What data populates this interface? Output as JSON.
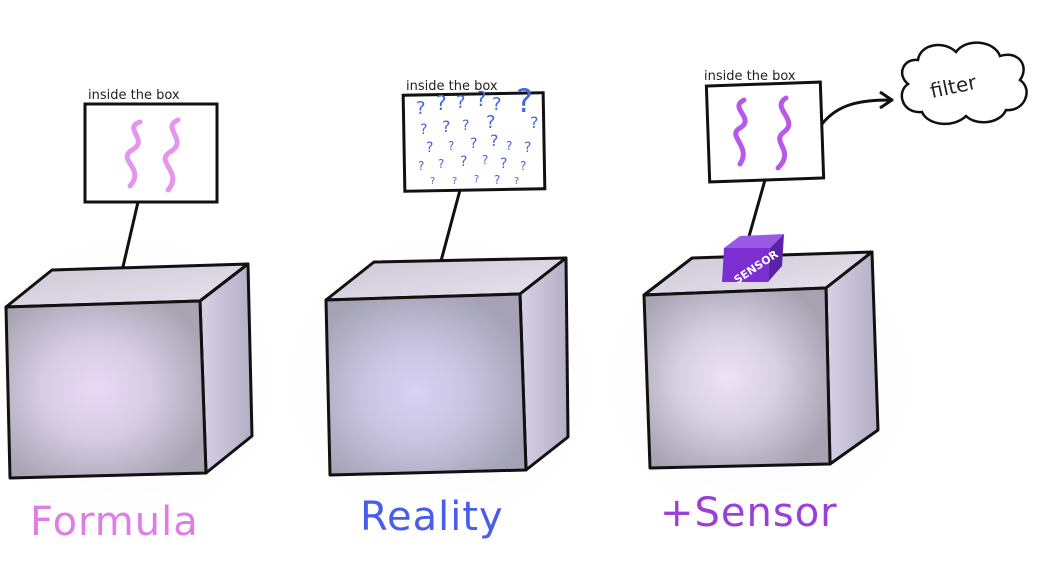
{
  "panels": [
    {
      "caption": "inside the box",
      "label": "Formula",
      "label_color": "#e07ce6",
      "content": "squiggles-pink"
    },
    {
      "caption": "inside the box",
      "label": "Reality",
      "label_color": "#4a5de8",
      "content": "question-marks",
      "question_mark": "?"
    },
    {
      "caption": "inside the box",
      "label": "+Sensor",
      "label_color": "#9b3fd8",
      "content": "squiggles-purple",
      "sensor_text": "SENSOR",
      "filter_text": "filter"
    }
  ],
  "colors": {
    "cube_front": "#b8b6c4",
    "cube_top": "#d2cfd8",
    "cube_side": "#c6c2d6",
    "cube_glow": "#e9ddf4",
    "sensor": "#7b2fd0",
    "formula_squiggle": "#e694ee",
    "sensor_squiggle": "#b758e8",
    "question_marks": "#4466dd"
  },
  "icons": [
    "cube-icon",
    "squiggle-icon",
    "question-mark-icon",
    "sensor-cube-icon",
    "cloud-icon",
    "arrow-icon"
  ]
}
